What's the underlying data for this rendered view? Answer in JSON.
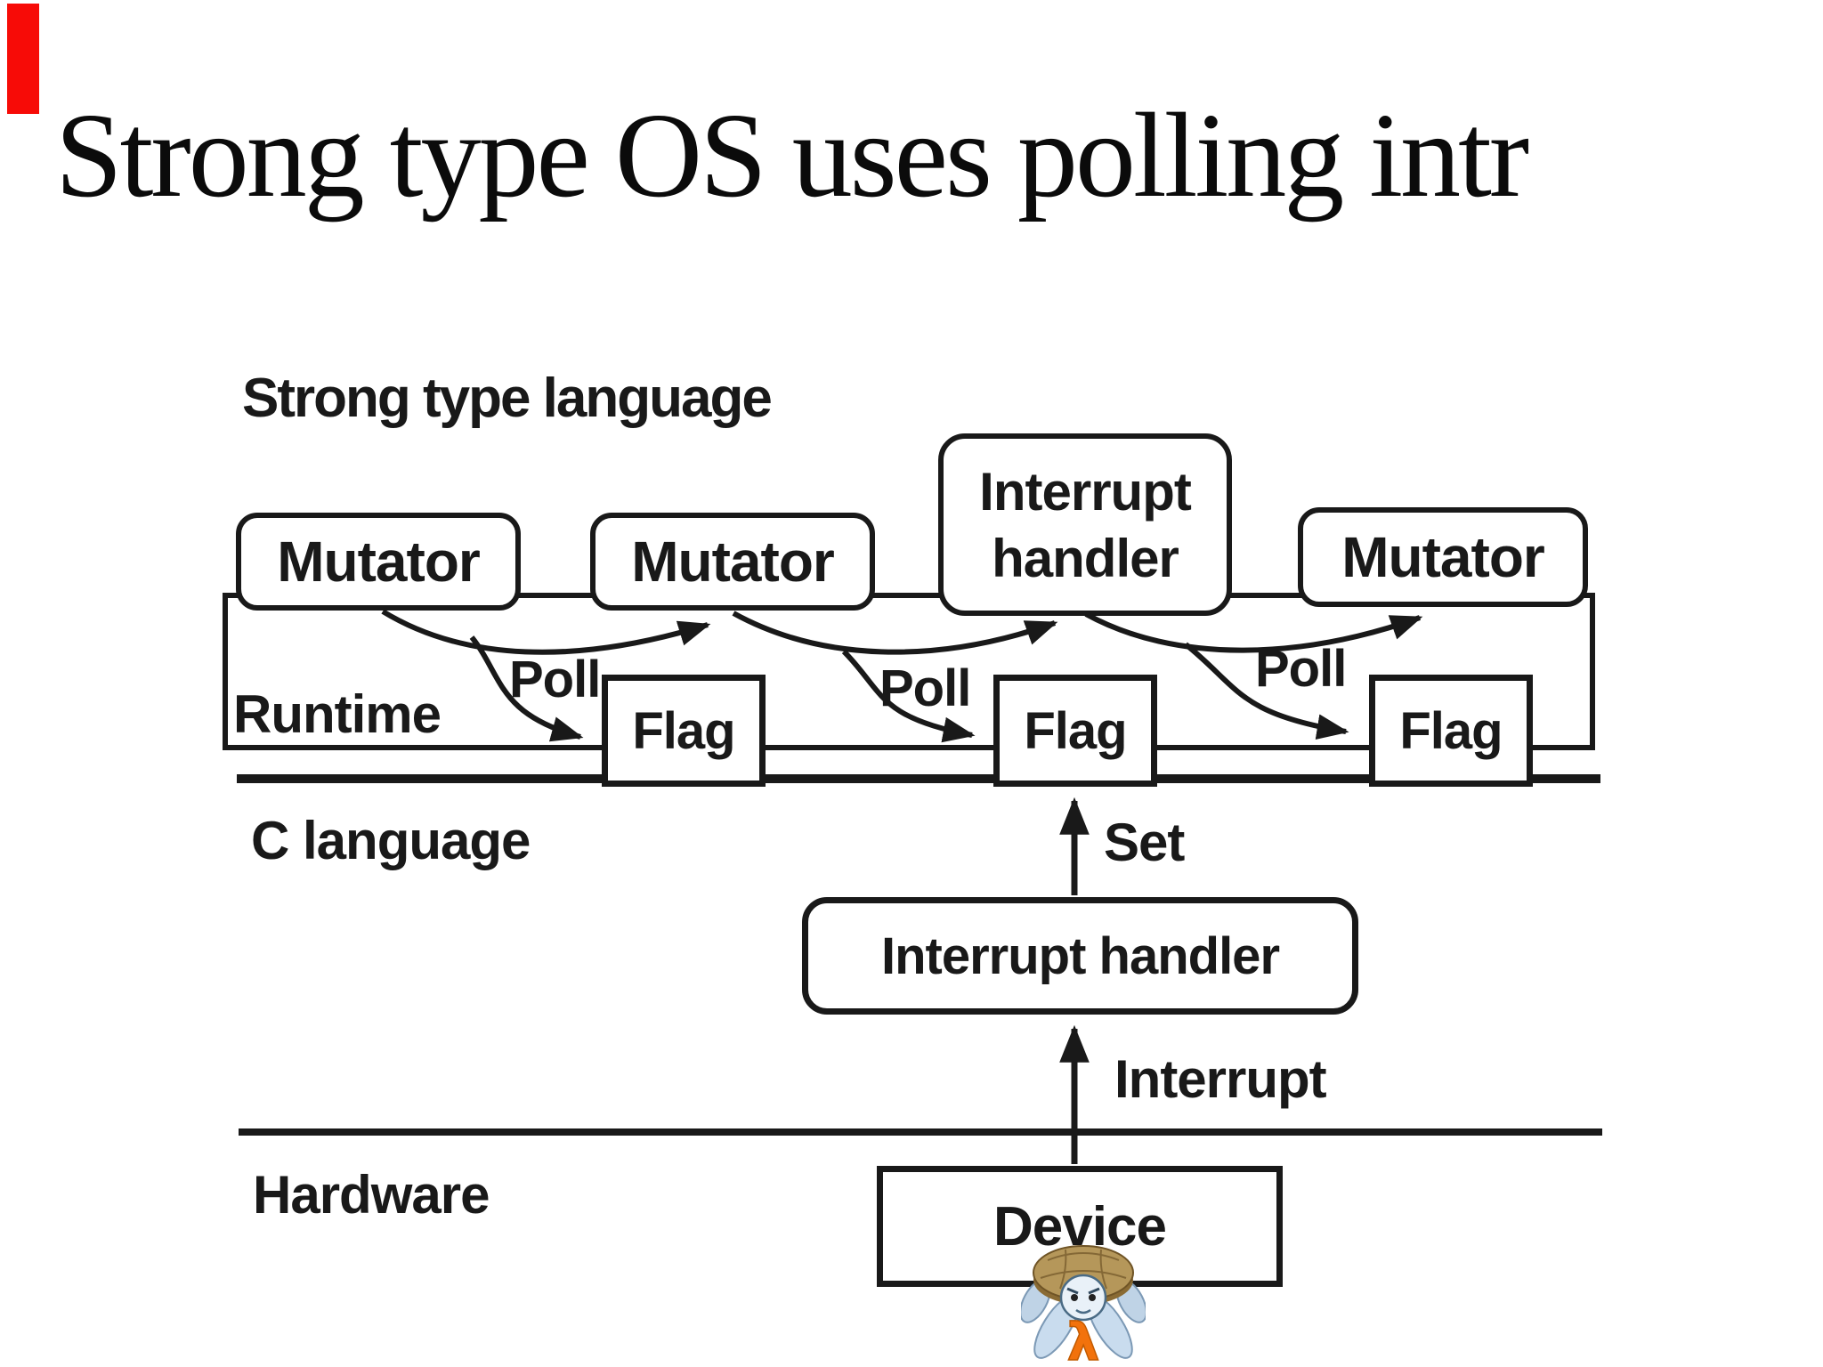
{
  "slide": {
    "title": "Strong type OS uses polling intr",
    "accent_red": "#f70b07",
    "ink_color": "#191919"
  },
  "diagram": {
    "layers": {
      "strong_type_language": "Strong type language",
      "runtime": "Runtime",
      "c_language": "C language",
      "hardware": "Hardware"
    },
    "boxes": {
      "mutator1": "Mutator",
      "mutator2": "Mutator",
      "interrupt_handler_top_line1": "Interrupt",
      "interrupt_handler_top_line2": "handler",
      "mutator3": "Mutator",
      "flag1": "Flag",
      "flag2": "Flag",
      "flag3": "Flag",
      "interrupt_handler_main": "Interrupt handler",
      "device": "Device"
    },
    "edge_labels": {
      "poll1": "Poll",
      "poll2": "Poll",
      "poll3": "Poll",
      "set": "Set",
      "interrupt": "Interrupt"
    },
    "mascot": {
      "name": "turtle-lambda-logo",
      "lambda_glyph": "λ",
      "lambda_color": "#f2720c",
      "shell_color": "#b5975a"
    }
  }
}
